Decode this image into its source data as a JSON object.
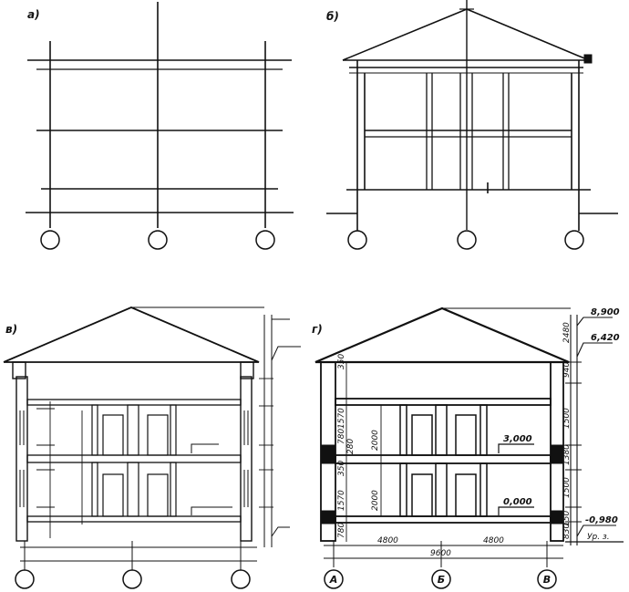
{
  "panels": {
    "a": {
      "label": "а)"
    },
    "b": {
      "label": "б)"
    },
    "v": {
      "label": "в)"
    },
    "g": {
      "label": "г)"
    }
  },
  "axes": [
    "А",
    "Б",
    "В"
  ],
  "levels": {
    "ridge": "8,900",
    "eaves": "6,420",
    "second_floor": "3,000",
    "first_floor": "0,000",
    "ground": "-0,980",
    "ground_label": "Ур. з."
  },
  "dimensions": {
    "bay_left": "4800",
    "bay_right": "4800",
    "total_span": "9600",
    "roof_height": "2480",
    "parapet": "940",
    "window_2f": "1500",
    "pier": "1380",
    "window_1f": "1500",
    "base": "150",
    "plinth": "830",
    "left_top": "350",
    "left_window_2f": "1570",
    "left_sill_2f": "780",
    "left_slab": "280",
    "left_mid": "350",
    "left_window_1f": "1570",
    "left_sill_1f": "780",
    "door_2f": "2000",
    "door_1f": "2000"
  }
}
